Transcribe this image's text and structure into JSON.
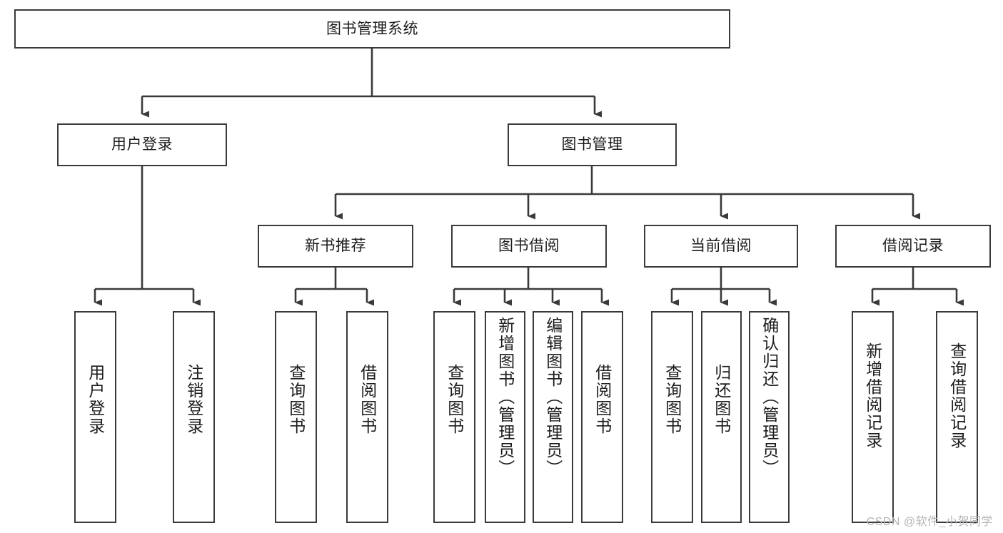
{
  "diagram": {
    "title_node": {
      "label": "图书管理系统"
    },
    "level2": [
      {
        "label": "用户登录"
      },
      {
        "label": "图书管理"
      }
    ],
    "level3": [
      {
        "label": "新书推荐"
      },
      {
        "label": "图书借阅"
      },
      {
        "label": "当前借阅"
      },
      {
        "label": "借阅记录"
      }
    ],
    "leaves": [
      {
        "label": "用户登录"
      },
      {
        "label": "注销登录"
      },
      {
        "label": "查询图书"
      },
      {
        "label": "借阅图书"
      },
      {
        "label": "查询图书"
      },
      {
        "label": "新增图书（管理员）"
      },
      {
        "label": "编辑图书（管理员）"
      },
      {
        "label": "借阅图书"
      },
      {
        "label": "查询图书"
      },
      {
        "label": "归还图书"
      },
      {
        "label": "确认归还（管理员）"
      },
      {
        "label": "新增借阅记录"
      },
      {
        "label": "查询借阅记录"
      }
    ]
  },
  "watermark": {
    "text": "CSDN @软件_小贺同学"
  },
  "colors": {
    "stroke": "#3a3a3a",
    "fill": "#ffffff",
    "text": "#1d1d1d",
    "watermark": "#b4b4b4"
  }
}
